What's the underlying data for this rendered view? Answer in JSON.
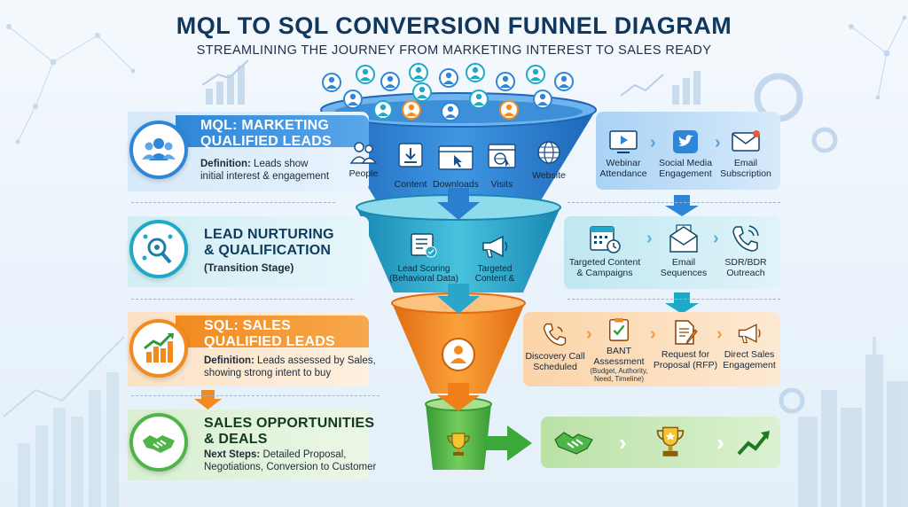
{
  "header": {
    "title": "MQL TO SQL CONVERSION FUNNEL DIAGRAM",
    "subtitle": "STREAMLINING THE JOURNEY FROM MARKETING INTEREST TO SALES READY"
  },
  "colors": {
    "mql": "#2f86d8",
    "nurture": "#1fa8c7",
    "sql": "#f28a1e",
    "deals": "#4fb548",
    "title": "#12375c"
  },
  "stages": {
    "mql": {
      "title_line1": "MQL: MARKETING",
      "title_line2": "QUALIFIED LEADS",
      "def_label": "Definition:",
      "def_text1": " Leads show",
      "def_text2": "initial interest & engagement",
      "icon": "people-group-icon"
    },
    "nurture": {
      "title_line1": "LEAD NURTURING",
      "title_line2": "& QUALIFICATION",
      "note": "(Transition Stage)",
      "icon": "magnifier-network-icon"
    },
    "sql": {
      "title_line1": "SQL: SALES",
      "title_line2": "QUALIFIED LEADS",
      "def_label": "Definition:",
      "def_text1": " Leads assessed by Sales,",
      "def_text2": "showing strong intent to buy",
      "icon": "bar-chart-growth-icon"
    },
    "deals": {
      "title_line1": "SALES OPPORTUNITIES",
      "title_line2": "& DEALS",
      "next_label": "Next Steps:",
      "next_text1": " Detailed Proposal,",
      "next_text2": "Negotiations, Conversion to Customer",
      "icon": "handshake-icon"
    }
  },
  "funnel": {
    "top_items": [
      {
        "label": "People",
        "icon": "people-icon"
      },
      {
        "label": "Content",
        "icon": "content-download-icon"
      },
      {
        "label": "Downloads",
        "icon": "browser-cursor-icon"
      },
      {
        "label": "Visits",
        "icon": "browser-visit-icon"
      },
      {
        "label": "Website",
        "icon": "globe-icon"
      }
    ],
    "middle_items": [
      {
        "label1": "Lead Scoring",
        "label2": "(Behavioral Data)",
        "icon": "scoring-checklist-icon"
      },
      {
        "label1": "Targeted",
        "label2": "Content &",
        "icon": "megaphone-icon"
      }
    ]
  },
  "right_panels": {
    "mql": [
      {
        "label1": "Webinar",
        "label2": "Attendance",
        "icon": "webinar-screen-icon"
      },
      {
        "label1": "Social Media",
        "label2": "Engagement",
        "icon": "twitter-bird-icon"
      },
      {
        "label1": "Email",
        "label2": "Subscription",
        "icon": "email-envelope-icon"
      }
    ],
    "nurture": [
      {
        "label1": "Targeted Content",
        "label2": "& Campaigns",
        "icon": "calendar-clock-icon"
      },
      {
        "label1": "Email",
        "label2": "Sequences",
        "icon": "email-sequence-icon"
      },
      {
        "label1": "SDR/BDR",
        "label2": "Outreach",
        "icon": "phone-call-icon"
      }
    ],
    "sql": [
      {
        "label1": "Discovery Call",
        "label2": "Scheduled",
        "icon": "phone-ring-icon"
      },
      {
        "label1": "BANT",
        "label2": "Assessment",
        "label3": "(Budget, Authority,",
        "label4": "Need, Timeline)",
        "icon": "bant-checklist-icon"
      },
      {
        "label1": "Request for",
        "label2": "Proposal (RFP)",
        "icon": "document-pen-icon"
      },
      {
        "label1": "Direct Sales",
        "label2": "Engagement",
        "icon": "megaphone-sales-icon"
      }
    ],
    "deals": [
      {
        "icon": "handshake-icon"
      },
      {
        "icon": "trophy-icon"
      },
      {
        "icon": "trend-arrow-icon"
      }
    ]
  }
}
